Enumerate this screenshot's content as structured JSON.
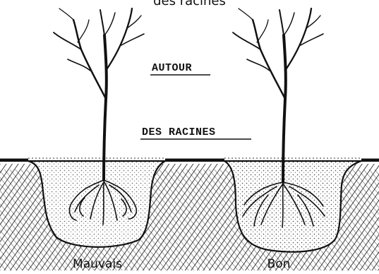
{
  "caption": {
    "top": "des racines"
  },
  "diagram": {
    "heading_line1": "AUTOUR",
    "heading_line2": "DES RACINES"
  },
  "labels": {
    "left": "Mauvais",
    "right": "Bon"
  }
}
